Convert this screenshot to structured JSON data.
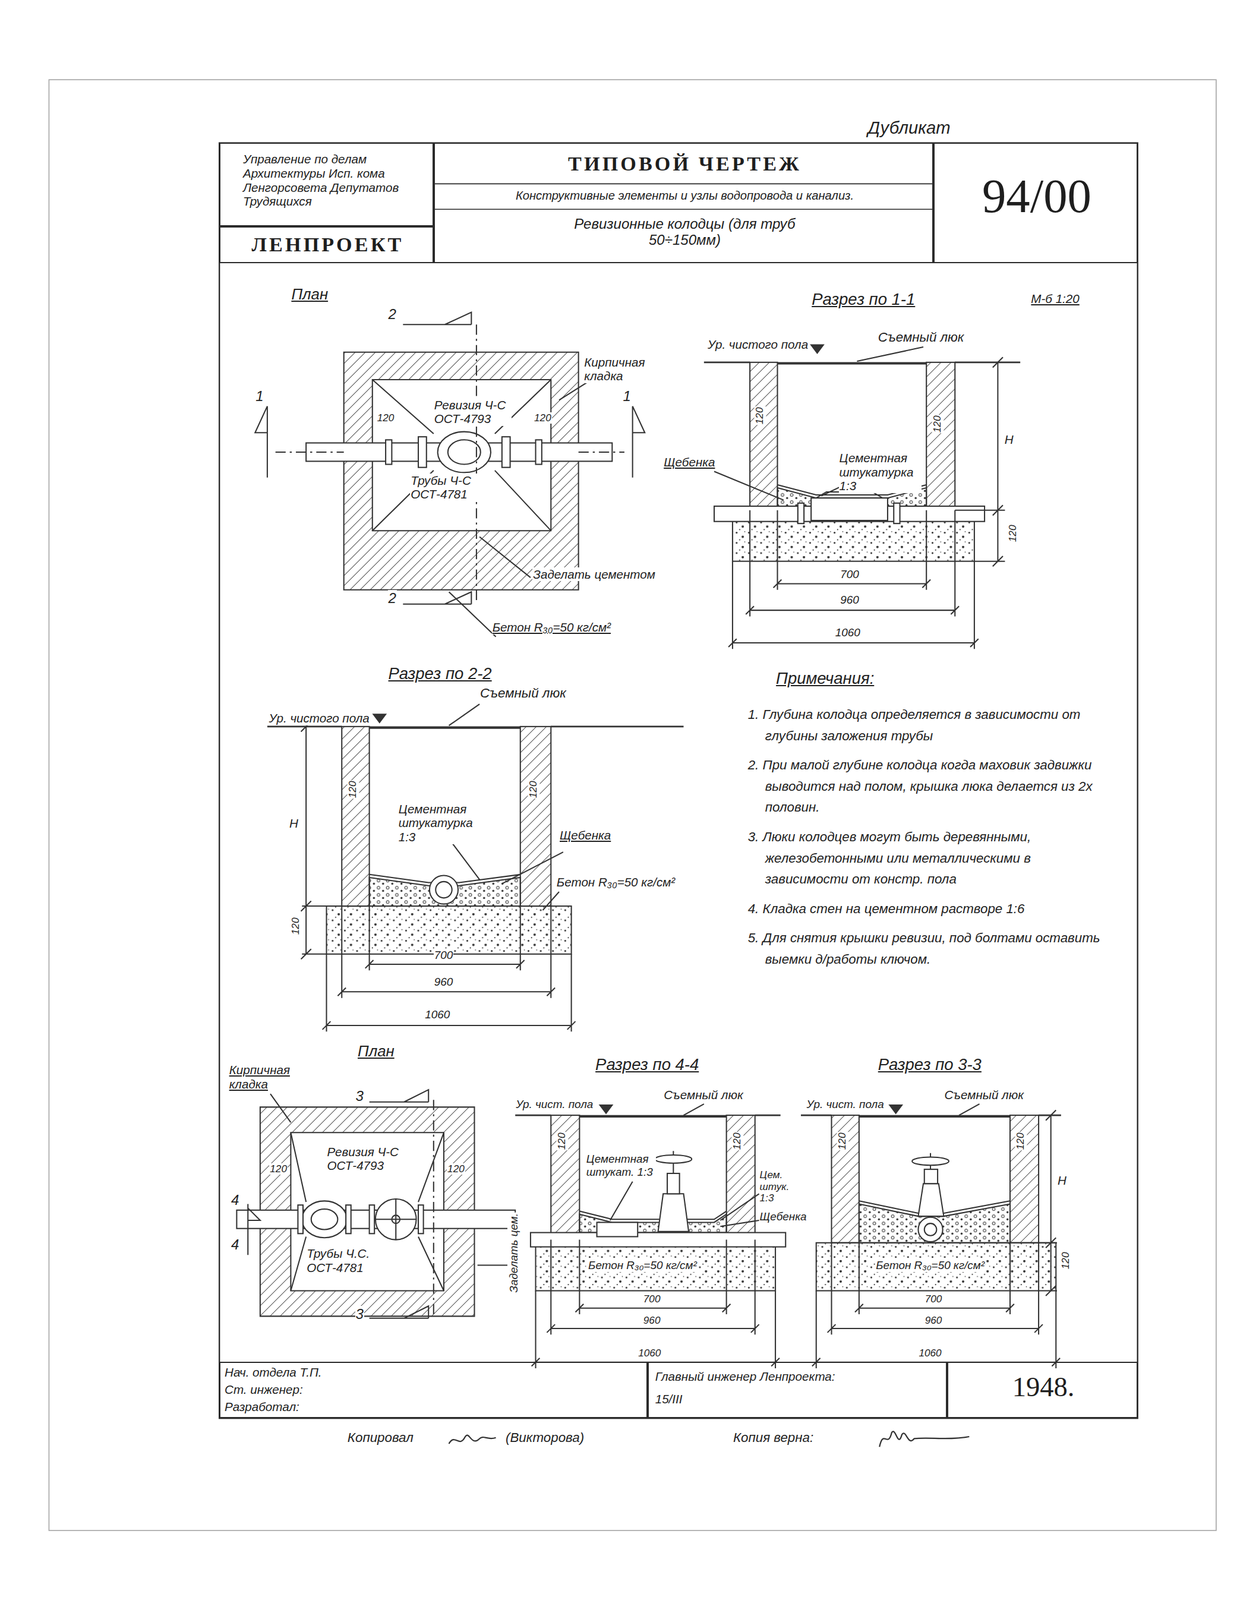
{
  "diagram": {
    "nodes": [
      {
        "text": [
          "Управление по делам Архитектуры Исп. кома Ленгорсовета Депутатов Трудящихся"
        ]
      },
      {
        "text": [
          "ЛЕНПРОЕКТ"
        ]
      },
      {
        "text": [
          "ТИПОВОЙ ЧЕРТЕЖ",
          "Конструктивные элементы и узлы водопровода и канализ.",
          "Ревизионные колодцы (для труб 50÷150мм)"
        ]
      },
      {
        "text": [
          "94/00"
        ]
      },
      {
        "text": [
          "Нач. отдела Т.П.",
          "Ст. инженер:",
          "Разработал:"
        ]
      },
      {
        "text": [
          "Главный инженер Ленпроекта:",
          "15/III"
        ]
      },
      {
        "text": [
          "1948."
        ]
      }
    ],
    "labels": [
      "Дубликат",
      "План",
      "2",
      "Кирпичная кладка",
      "Ревизия Ч-С ОСТ-4793",
      "120",
      "120",
      "1",
      "1",
      "Трубы Ч-С ОСТ-4781",
      "2",
      "Заделать цементом",
      "Бетон R₃₀=50 кг/см²",
      "Разрез по 1-1",
      "М-б 1:20",
      "Ур. чистого пола",
      "Съемный люк",
      "120",
      "120",
      "Н",
      "Цементная штукатурка 1:3",
      "Щебенка",
      "120",
      "700",
      "960",
      "1060",
      "Разрез по 2-2",
      "Ур. чистого пола",
      "Съемный люк",
      "120",
      "120",
      "Н",
      "Цементная штукатурка 1:3",
      "Щебенка",
      "Бетон R₃₀=50 кг/см²",
      "120",
      "700",
      "960",
      "1060",
      "Примечания:",
      "1. Глубина колодца определяется в зависимости от глубины заложения трубы",
      "2. При малой глубине колодца когда маховик задвижки выводится над полом, крышка люка делается из 2х половин.",
      "3. Люки колодцев могут быть деревянными, железобетонными или металлическими в зависимости от констр. пола",
      "4. Кладка стен на цементном растворе 1:6",
      "5. Для снятия крышки ревизии, под болтами оставить выемки д/работы ключом.",
      "План",
      "Кирпичная кладка",
      "3",
      "Ревизия Ч-С ОСТ-4793",
      "120",
      "120",
      "4",
      "4",
      "Трубы Ч.С. ОСТ-4781",
      "3",
      "Заделать цем.",
      "Разрез по 4-4",
      "Ур. чист. пола",
      "Съемный люк",
      "120",
      "120",
      "Цементная штукат. 1:3",
      "Цем. штук. 1:3",
      "Щебенка",
      "Бетон R₃₀=50 кг/см²",
      "700",
      "960",
      "1060",
      "Разрез по 3-3",
      "Ур. чист. пола",
      "Съемный люк",
      "120",
      "120",
      "Н",
      "Бетон R₃₀=50 кг/см²",
      "120",
      "700",
      "960",
      "1060",
      "Копировал",
      "(Викторова)",
      "Копия верна:"
    ]
  }
}
